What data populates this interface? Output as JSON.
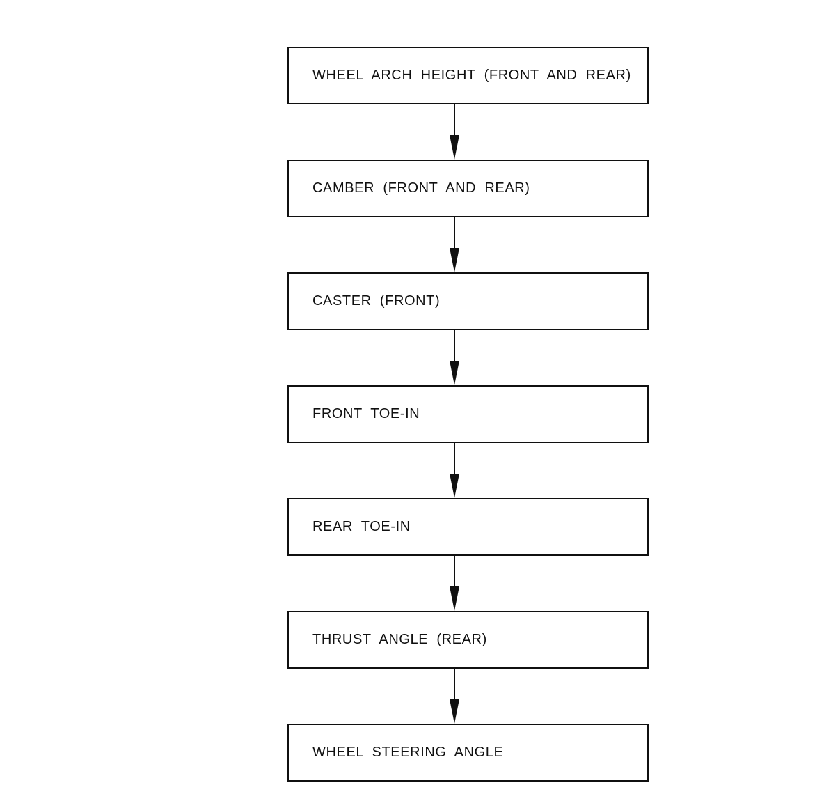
{
  "diagram": {
    "kind": "flowchart",
    "direction": "top-down",
    "colors": {
      "background": "#ffffff",
      "box_fill": "#ffffff",
      "box_border": "#101010",
      "text": "#101010",
      "arrow": "#101010"
    },
    "nodes": [
      {
        "label": "WHEEL ARCH HEIGHT (FRONT AND REAR)"
      },
      {
        "label": "CAMBER (FRONT AND REAR)"
      },
      {
        "label": "CASTER (FRONT)"
      },
      {
        "label": "FRONT TOE-IN"
      },
      {
        "label": "REAR TOE-IN"
      },
      {
        "label": "THRUST ANGLE (REAR)"
      },
      {
        "label": "WHEEL STEERING ANGLE"
      }
    ]
  }
}
